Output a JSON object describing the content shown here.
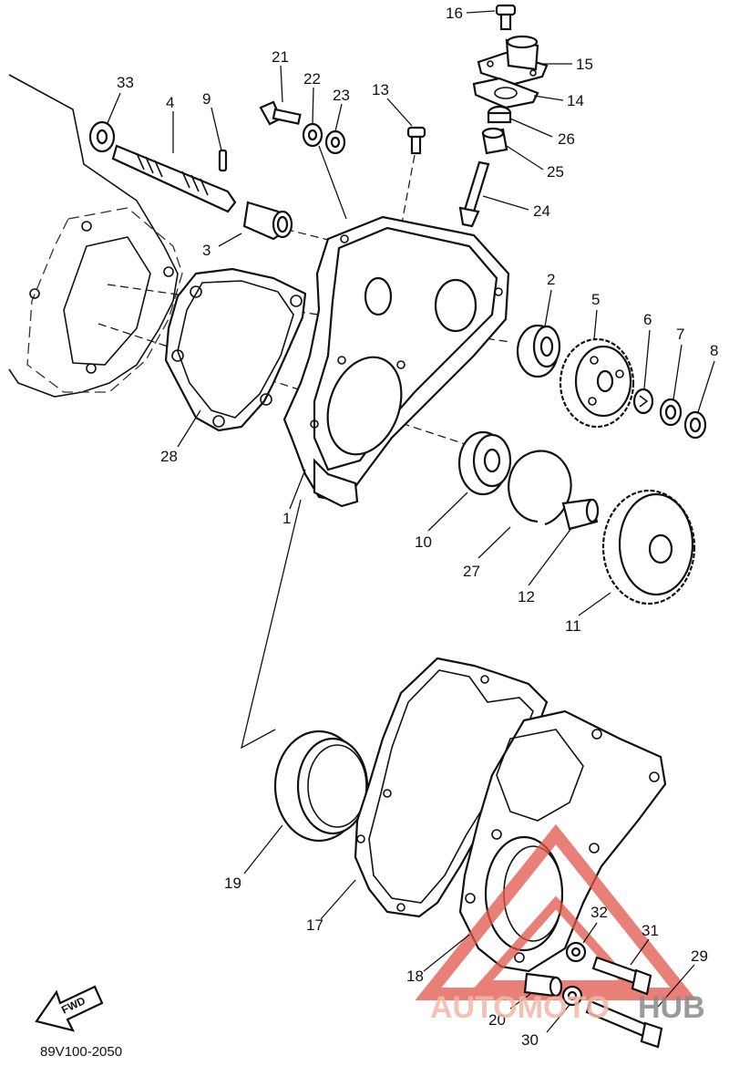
{
  "diagram_code": "89V100-2050",
  "fwd_label": "FWD",
  "watermark": {
    "text_a": "AUTOMOTO",
    "text_b": "HUB",
    "color_a": "#f2b8a6",
    "color_b": "#8a8a8a",
    "triangle_color": "#e2564a"
  },
  "colors": {
    "line": "#111111",
    "background": "#ffffff"
  },
  "callouts": [
    "1",
    "2",
    "3",
    "4",
    "5",
    "6",
    "7",
    "8",
    "9",
    "10",
    "11",
    "12",
    "13",
    "14",
    "15",
    "16",
    "17",
    "18",
    "19",
    "20",
    "21",
    "22",
    "23",
    "24",
    "25",
    "26",
    "27",
    "28",
    "29",
    "30",
    "31",
    "32",
    "33"
  ]
}
